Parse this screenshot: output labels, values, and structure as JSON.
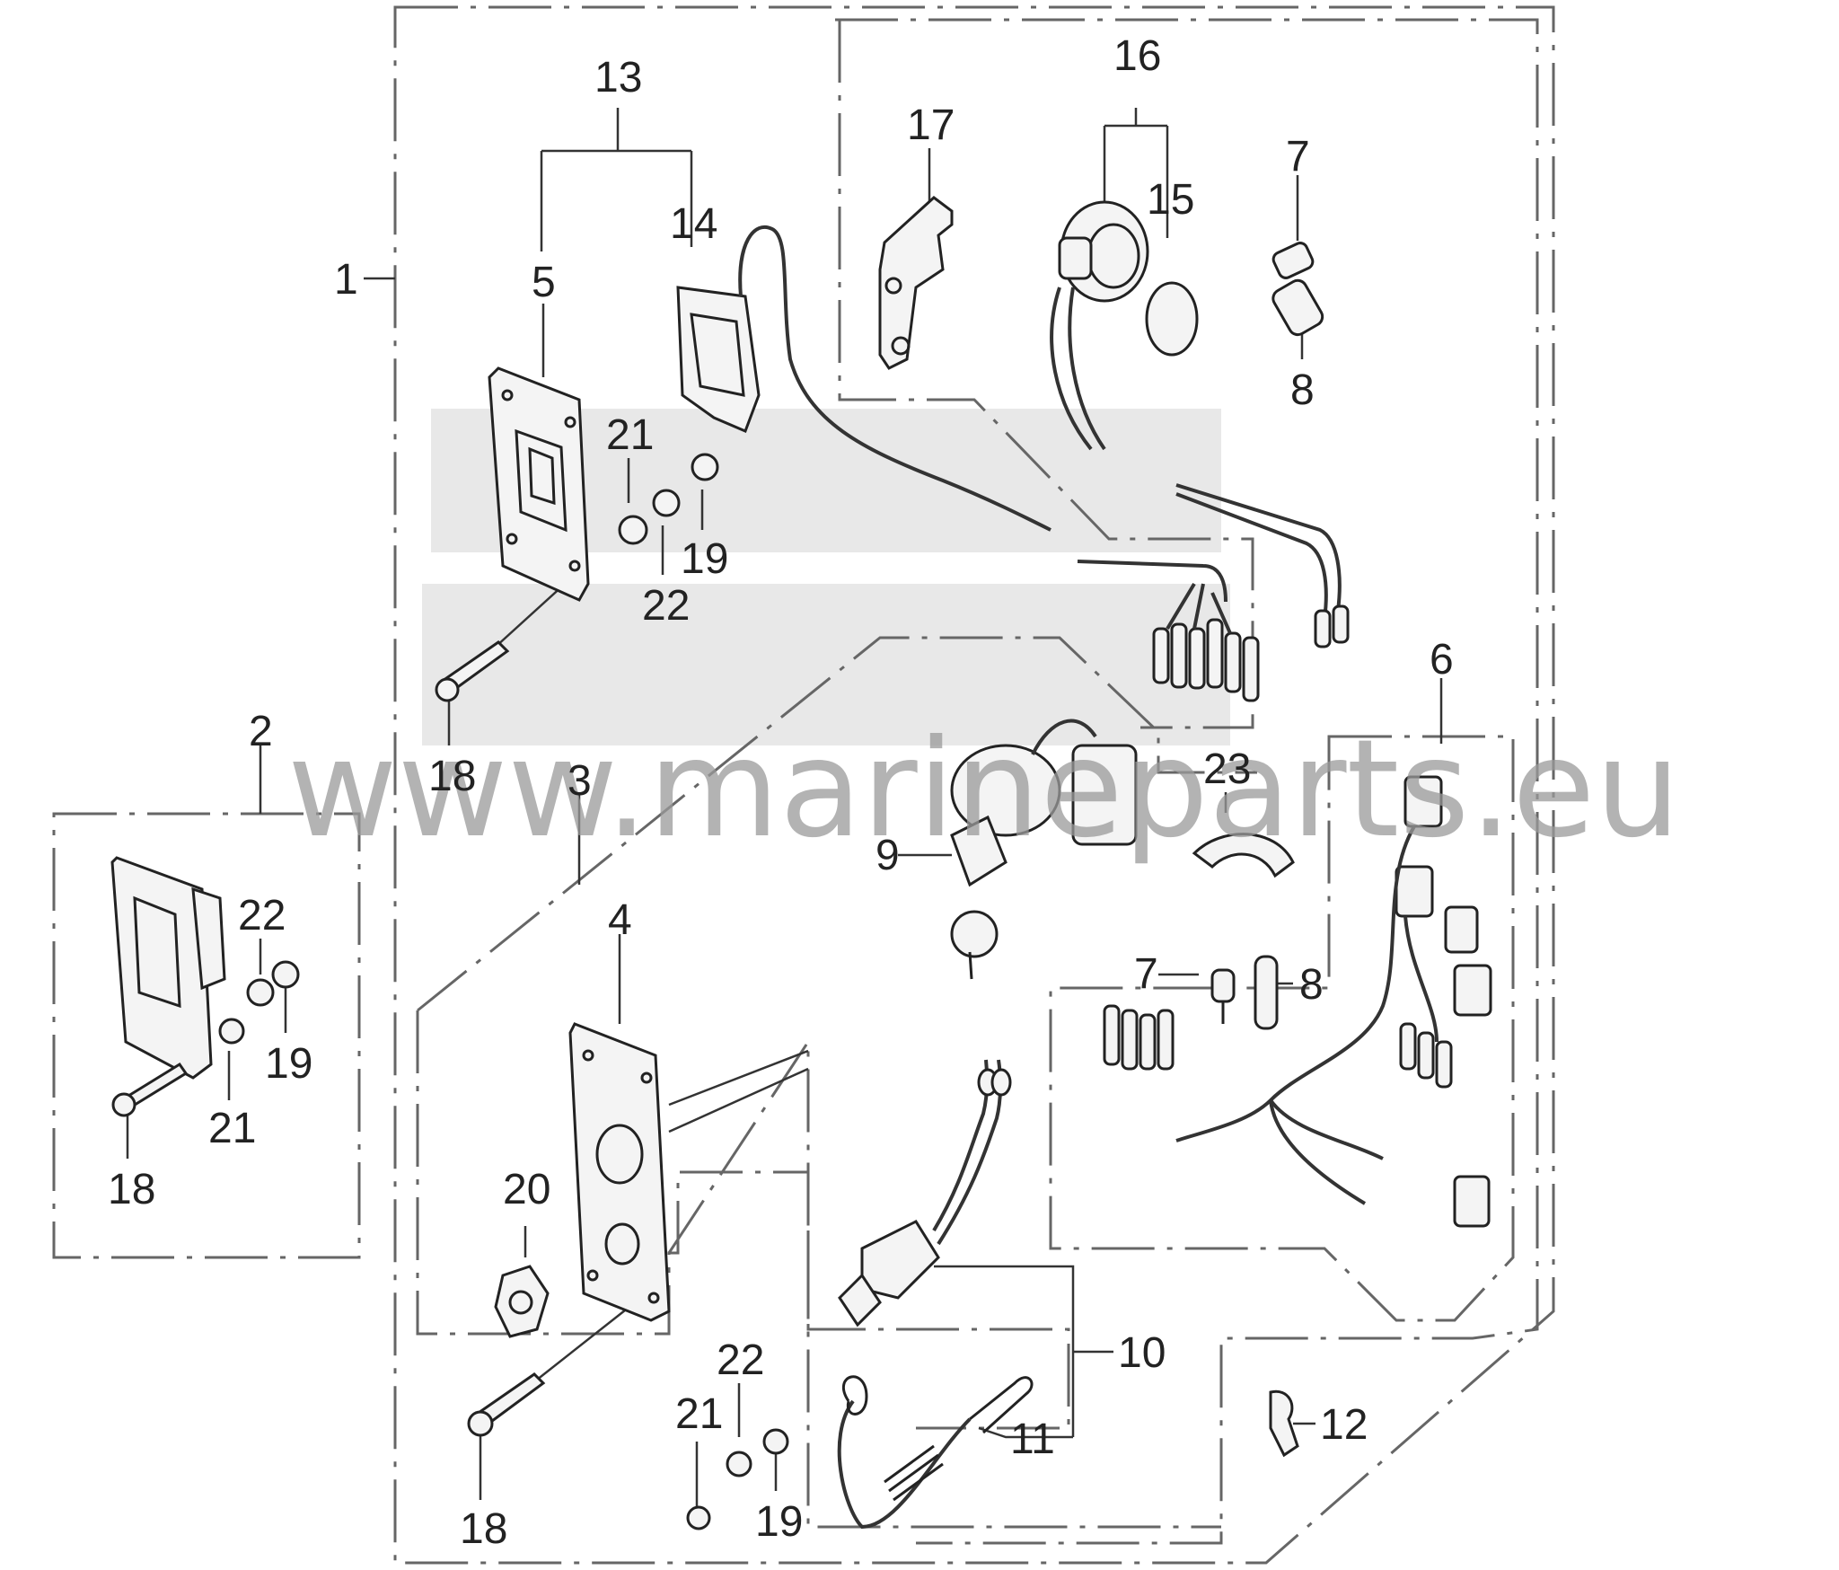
{
  "watermark": "www.marineparts.eu",
  "callouts": [
    {
      "id": "c1",
      "text": "1"
    },
    {
      "id": "c2",
      "text": "2"
    },
    {
      "id": "c3",
      "text": "3"
    },
    {
      "id": "c4",
      "text": "4"
    },
    {
      "id": "c5",
      "text": "5"
    },
    {
      "id": "c6",
      "text": "6"
    },
    {
      "id": "c7a",
      "text": "7"
    },
    {
      "id": "c7b",
      "text": "7"
    },
    {
      "id": "c8a",
      "text": "8"
    },
    {
      "id": "c8b",
      "text": "8"
    },
    {
      "id": "c9",
      "text": "9"
    },
    {
      "id": "c10",
      "text": "10"
    },
    {
      "id": "c11",
      "text": "11"
    },
    {
      "id": "c12",
      "text": "12"
    },
    {
      "id": "c13",
      "text": "13"
    },
    {
      "id": "c14",
      "text": "14"
    },
    {
      "id": "c15",
      "text": "15"
    },
    {
      "id": "c16",
      "text": "16"
    },
    {
      "id": "c17",
      "text": "17"
    },
    {
      "id": "c18a",
      "text": "18"
    },
    {
      "id": "c18b",
      "text": "18"
    },
    {
      "id": "c18c",
      "text": "18"
    },
    {
      "id": "c19a",
      "text": "19"
    },
    {
      "id": "c19b",
      "text": "19"
    },
    {
      "id": "c19c",
      "text": "19"
    },
    {
      "id": "c20",
      "text": "20"
    },
    {
      "id": "c21a",
      "text": "21"
    },
    {
      "id": "c21b",
      "text": "21"
    },
    {
      "id": "c21c",
      "text": "21"
    },
    {
      "id": "c22a",
      "text": "22"
    },
    {
      "id": "c22b",
      "text": "22"
    },
    {
      "id": "c22c",
      "text": "22"
    },
    {
      "id": "c23",
      "text": "23"
    }
  ]
}
